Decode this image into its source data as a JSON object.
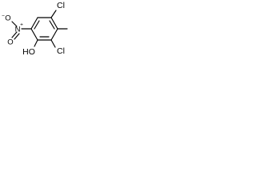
{
  "structure": {
    "atoms": {
      "cl_top": "Cl",
      "cl_bottom": "Cl",
      "hydroxyl": "HO",
      "nitro_o_single": "O",
      "nitro_n": "N",
      "nitro_o_double": "O"
    },
    "charges": {
      "nitro_n": "+",
      "nitro_o_single": "−"
    }
  }
}
